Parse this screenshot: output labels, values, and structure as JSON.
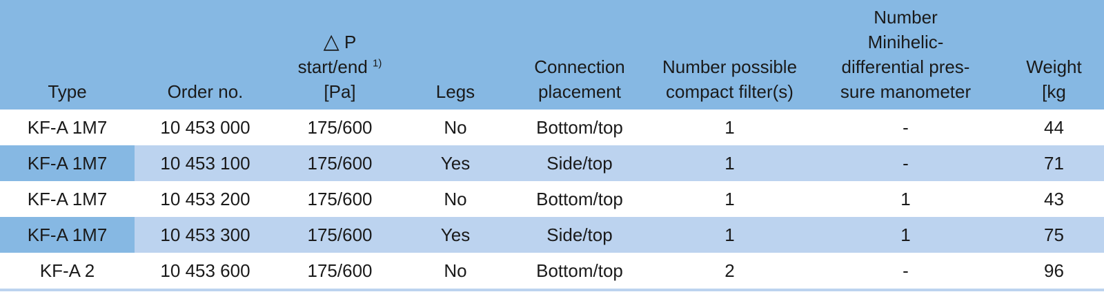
{
  "table": {
    "headers": {
      "type": "Type",
      "order_no": "Order no.",
      "dp_symbol": "△",
      "dp_letter": "P",
      "dp_line2": "start/end",
      "dp_footnote": "1)",
      "dp_line3": "[Pa]",
      "legs": "Legs",
      "conn_line1": "Connection",
      "conn_line2": "placement",
      "filters_line1": "Number possible",
      "filters_line2": "compact filter(s)",
      "mano_line1": "Number",
      "mano_line2": "Minihelic-",
      "mano_line3": "differential pres-",
      "mano_line4": "sure manometer",
      "weight_line1": "Weight",
      "weight_line2": "[kg"
    },
    "rows": [
      {
        "type": "KF-A 1M7",
        "order_no": "10 453 000",
        "dp": "175/600",
        "legs": "No",
        "connection": "Bottom/top",
        "filters": "1",
        "manometer": "-",
        "weight": "44"
      },
      {
        "type": "KF-A 1M7",
        "order_no": "10 453 100",
        "dp": "175/600",
        "legs": "Yes",
        "connection": "Side/top",
        "filters": "1",
        "manometer": "-",
        "weight": "71"
      },
      {
        "type": "KF-A 1M7",
        "order_no": "10 453 200",
        "dp": "175/600",
        "legs": "No",
        "connection": "Bottom/top",
        "filters": "1",
        "manometer": "1",
        "weight": "43"
      },
      {
        "type": "KF-A 1M7",
        "order_no": "10 453 300",
        "dp": "175/600",
        "legs": "Yes",
        "connection": "Side/top",
        "filters": "1",
        "manometer": "1",
        "weight": "75"
      },
      {
        "type": "KF-A 2",
        "order_no": "10 453 600",
        "dp": "175/600",
        "legs": "No",
        "connection": "Bottom/top",
        "filters": "2",
        "manometer": "-",
        "weight": "96"
      }
    ]
  },
  "colors": {
    "header_bg": "#86b8e3",
    "row_alt_bg": "#bcd3ef",
    "row_bg": "#ffffff"
  }
}
